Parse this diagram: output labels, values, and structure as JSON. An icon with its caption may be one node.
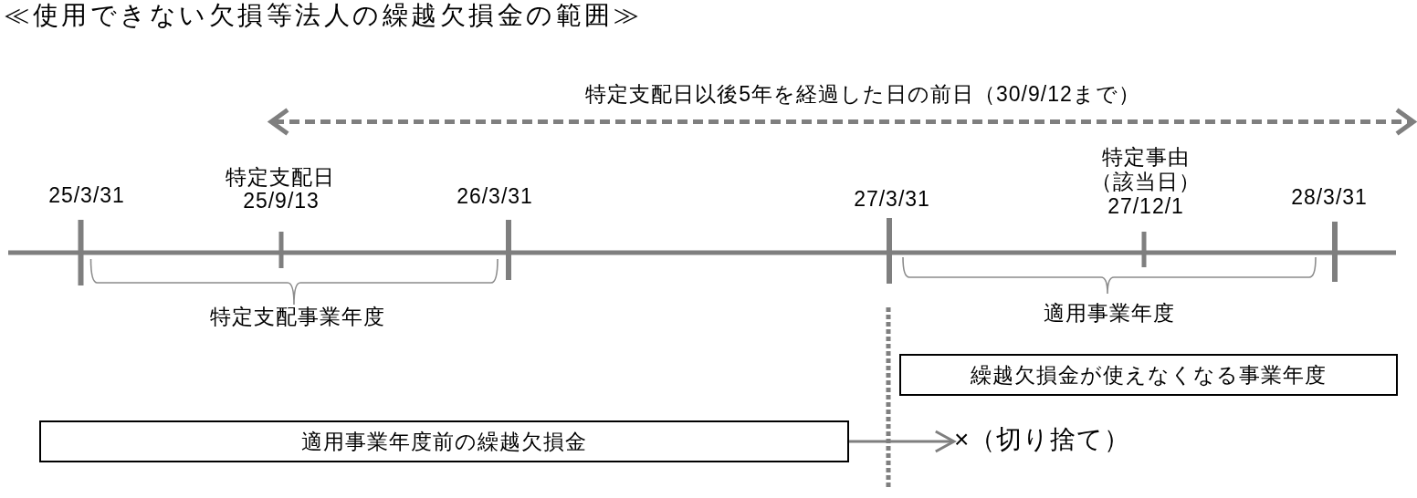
{
  "diagram": {
    "title": "≪使用できない欠損等法人の繰越欠損金の範囲≫",
    "nodes": [
      {
        "text": [
          "繰越欠損金が使えなくなる事業年度"
        ]
      },
      {
        "text": [
          "適用事業年度前の繰越欠損金"
        ]
      },
      {
        "text": [
          "×（切り捨て）"
        ]
      }
    ],
    "edges": [
      {
        "from": 1,
        "to": 2,
        "arrow": "to"
      }
    ],
    "labels": [
      "特定支配日以後5年を経過した日の前日（30/9/12まで）",
      "特定事由",
      "特定支配日",
      "（該当日）",
      "25/3/31",
      "25/9/13",
      "26/3/31",
      "27/3/31",
      "27/12/1",
      "28/3/31",
      "特定支配事業年度",
      "適用事業年度"
    ]
  }
}
